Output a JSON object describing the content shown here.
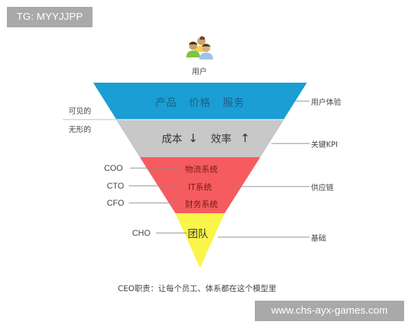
{
  "watermarks": {
    "top_left": "TG: MYYJJPP",
    "bottom_right": "www.chs-ayx-games.com"
  },
  "top": {
    "icon": "users-group-icon",
    "label": "用户"
  },
  "pyramid": {
    "layers": [
      {
        "name": "customer-layer",
        "color": "#1a9ed3",
        "text": "产品   价格   服务",
        "right_label": "用户体验"
      },
      {
        "name": "kpi-layer",
        "color": "#c8c8c8",
        "text_left": "成本",
        "arrow_down": "↓",
        "text_right": "效率",
        "arrow_up": "↑",
        "right_label": "关键KPI"
      },
      {
        "name": "systems-layer",
        "color": "#f65c5f",
        "items": [
          "物流系统",
          "IT系统",
          "财务系统"
        ],
        "roles": [
          "COO",
          "CTO",
          "CFO"
        ],
        "right_label": "供应链"
      },
      {
        "name": "team-layer",
        "color": "#f9f549",
        "text": "团队",
        "role": "CHO",
        "right_label": "基础"
      }
    ]
  },
  "left_labels": {
    "visible": "可见的",
    "invisible": "无形的"
  },
  "caption": "CEO职责：让每个员工、体系都在这个模型里"
}
